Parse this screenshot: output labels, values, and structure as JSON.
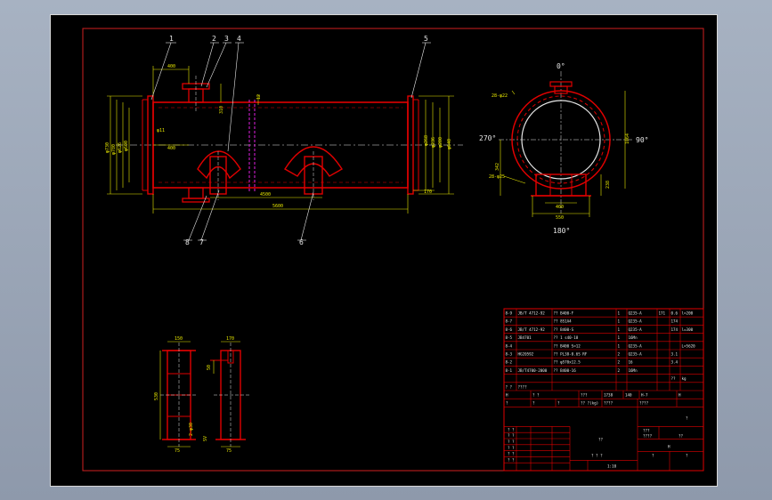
{
  "balloons": [
    "1",
    "2",
    "3",
    "4",
    "5",
    "6",
    "7",
    "8"
  ],
  "dimensions": {
    "left_pipe": "400",
    "nozzle_height": "310",
    "top_small": "12",
    "left_dia_1": "φ730",
    "left_dia_2": "φ780",
    "left_dia_3": "φ626",
    "left_dia_4": "φ600",
    "left_angle": "φ11",
    "left_lower": "400",
    "right_dia_1": "φ268",
    "right_dia_2": "φ236",
    "right_dia_3": "φ200",
    "right_dia_4": "φ640",
    "right_step": "170",
    "inner_len": "4500",
    "total_len": "5600"
  },
  "end_view": {
    "angle_top": "0°",
    "angle_right": "90°",
    "angle_left": "270°",
    "angle_bottom": "180°",
    "hole_top": "28-φ22",
    "hole_bottom": "28-φ25",
    "height_left": "342",
    "height_right": "1064",
    "saddle_h": "238",
    "width_1": "400",
    "width_2": "550"
  },
  "saddle_view": {
    "w_top": "150",
    "w_side": "170",
    "height": "530",
    "dim_small": "50",
    "base_1": "75",
    "base_2": "2-φ30",
    "base_3": "SV",
    "base_4": "75"
  },
  "parts_table": {
    "rows": [
      [
        "8-9",
        "JB/T 4712-92",
        "?? B400-F",
        "1",
        "Q235-A",
        "171",
        "0.6",
        "l=200"
      ],
      [
        "8-7",
        "",
        "?? 8S1A4",
        "1",
        "Q235-A",
        "",
        "174",
        ""
      ],
      [
        "8-6",
        "JB/T 4712-92",
        "?? B400-S",
        "1",
        "Q235-A",
        "",
        "174",
        "l=300"
      ],
      [
        "8-5",
        "JB4701",
        "?? 1 s40-18",
        "1",
        "16Mn",
        "",
        "",
        ""
      ],
      [
        "8-4",
        "",
        "?? B400 S=12",
        "1",
        "Q235-A",
        "",
        "",
        "L=5620"
      ],
      [
        "8-3",
        "HG20592",
        "?? PL38-0.6S RF",
        "2",
        "Q235-A",
        "",
        "3.1",
        ""
      ],
      [
        "8-2",
        "",
        "?? φ570x12.5",
        "2",
        "16",
        "",
        "3.4",
        ""
      ],
      [
        "8-1",
        "JB/T4700-2000",
        "?? B400-16",
        "2",
        "16Mn",
        "",
        "",
        ""
      ]
    ],
    "row_unit": [
      "",
      "",
      "",
      "",
      "",
      "",
      "??",
      "kg"
    ],
    "header_1": [
      "? ?",
      "????",
      "",
      "",
      "",
      "",
      "",
      ""
    ],
    "header_2": [
      "H",
      "? ?",
      "???",
      "1738",
      "140",
      "H-7",
      "H"
    ]
  },
  "title_block": {
    "row_a": [
      "?",
      "?",
      "?",
      "?? ?(kg)",
      "????",
      "????"
    ],
    "sheet_no": "?",
    "name": "??",
    "project": "? ? ?",
    "scale_label": "1:10",
    "code_1": "???",
    "code_2": "????",
    "code_3": "??",
    "mark_a": "H",
    "mark_b": "?",
    "mark_c": "?"
  }
}
